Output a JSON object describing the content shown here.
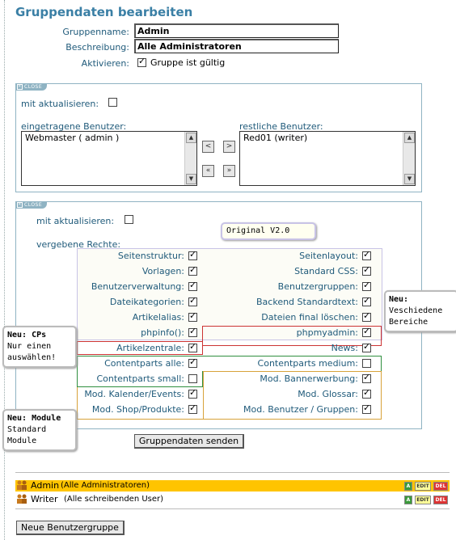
{
  "page_title": "Gruppendaten bearbeiten",
  "form": {
    "name_label": "Gruppenname:",
    "name_value": "Admin",
    "desc_label": "Beschreibung:",
    "desc_value": "Alle Administratoren",
    "active_label": "Aktivieren:",
    "active_text": "Gruppe ist gültig",
    "active_checked": true
  },
  "panel1": {
    "close_label": "CLOSE",
    "update_label": "mit aktualisieren:",
    "assigned_label": "eingetragene Benutzer:",
    "remaining_label": "restliche Benutzer:",
    "assigned_users": [
      "Webmaster ( admin )"
    ],
    "remaining_users": [
      "Red01 (writer)"
    ]
  },
  "panel2": {
    "close_label": "CLOSE",
    "update_label": "mit aktualisieren:",
    "rights_label": "vergebene Rechte:",
    "left_rights": [
      {
        "label": "Seitenstruktur:",
        "checked": true
      },
      {
        "label": "Vorlagen:",
        "checked": true
      },
      {
        "label": "Benutzerverwaltung:",
        "checked": true
      },
      {
        "label": "Dateikategorien:",
        "checked": true
      },
      {
        "label": "Artikelalias:",
        "checked": true
      },
      {
        "label": "phpinfo():",
        "checked": true
      },
      {
        "label": "Artikelzentrale:",
        "checked": true
      },
      {
        "label": "Contentparts alle:",
        "checked": true
      },
      {
        "label": "Contentparts small:",
        "checked": false
      },
      {
        "label": "Mod. Kalender/Events:",
        "checked": true
      },
      {
        "label": "Mod. Shop/Produkte:",
        "checked": true
      }
    ],
    "right_rights": [
      {
        "label": "Seitenlayout:",
        "checked": true
      },
      {
        "label": "Standard CSS:",
        "checked": true
      },
      {
        "label": "Benutzergruppen:",
        "checked": true
      },
      {
        "label": "Backend Standardtext:",
        "checked": true
      },
      {
        "label": "Dateien final löschen:",
        "checked": true
      },
      {
        "label": "phpmyadmin:",
        "checked": true
      },
      {
        "label": "News:",
        "checked": true
      },
      {
        "label": "Contentparts medium:",
        "checked": false
      },
      {
        "label": "Mod. Bannerwerbung:",
        "checked": true
      },
      {
        "label": "Mod. Glossar:",
        "checked": true
      },
      {
        "label": "Mod. Benutzer / Gruppen:",
        "checked": true
      }
    ]
  },
  "callouts": {
    "original": "Original V2.0",
    "neu_bereiche_title": "Neu:",
    "neu_bereiche_l1": "Veschiedene",
    "neu_bereiche_l2": "Bereiche",
    "neu_cps_title": "Neu: CPs",
    "neu_cps_l1": "Nur einen",
    "neu_cps_l2": "auswählen!",
    "neu_module_title": "Neu: Module",
    "neu_module_l1": "Standard",
    "neu_module_l2": "Module"
  },
  "submit_label": "Gruppendaten senden",
  "groups": [
    {
      "name": "Admin",
      "desc": "(Alle Administratoren)",
      "highlighted": true
    },
    {
      "name": "Writer",
      "desc": "(Alle schreibenden User)",
      "highlighted": false
    }
  ],
  "group_actions": {
    "a": "A",
    "edit": "EDIT",
    "del": "DEL"
  },
  "new_group_label": "Neue Benutzergruppe",
  "colors": {
    "title": "#3a7fa5",
    "label": "#1f5a7a",
    "panel_border": "#8fb3c3",
    "highlight_row": "#ffc400",
    "box_lilac": "#c8c3e6",
    "box_red": "#cc3333",
    "box_green": "#2f8f3f",
    "box_yellow": "#d8a23a"
  }
}
